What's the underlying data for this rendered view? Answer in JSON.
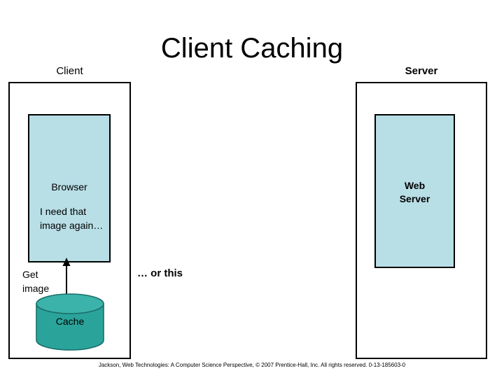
{
  "slide": {
    "title": "Client Caching",
    "footer": "Jackson, Web Technologies: A Computer Science Perspective, © 2007 Prentice-Hall, Inc. All rights reserved. 0-13-185603-0"
  },
  "client_side": {
    "caption": "Client",
    "browser": {
      "label": "Browser",
      "message": "I need that image again…"
    },
    "arrow": {
      "label": "Get image",
      "direction": "up",
      "from": "cache",
      "to": "browser"
    },
    "cache": {
      "label": "Cache",
      "shape": "cylinder"
    }
  },
  "server_side": {
    "caption": "Server",
    "web_server": {
      "label": "Web\nServer",
      "label_line1": "Web",
      "label_line2": "Server"
    }
  },
  "annotations": {
    "or_this": "… or this"
  },
  "colors": {
    "box_fill": "#b8dee6",
    "cache_fill": "#2aa49b",
    "cache_top": "#3bb3aa",
    "outline": "#000000",
    "background": "#ffffff",
    "text": "#000000"
  }
}
